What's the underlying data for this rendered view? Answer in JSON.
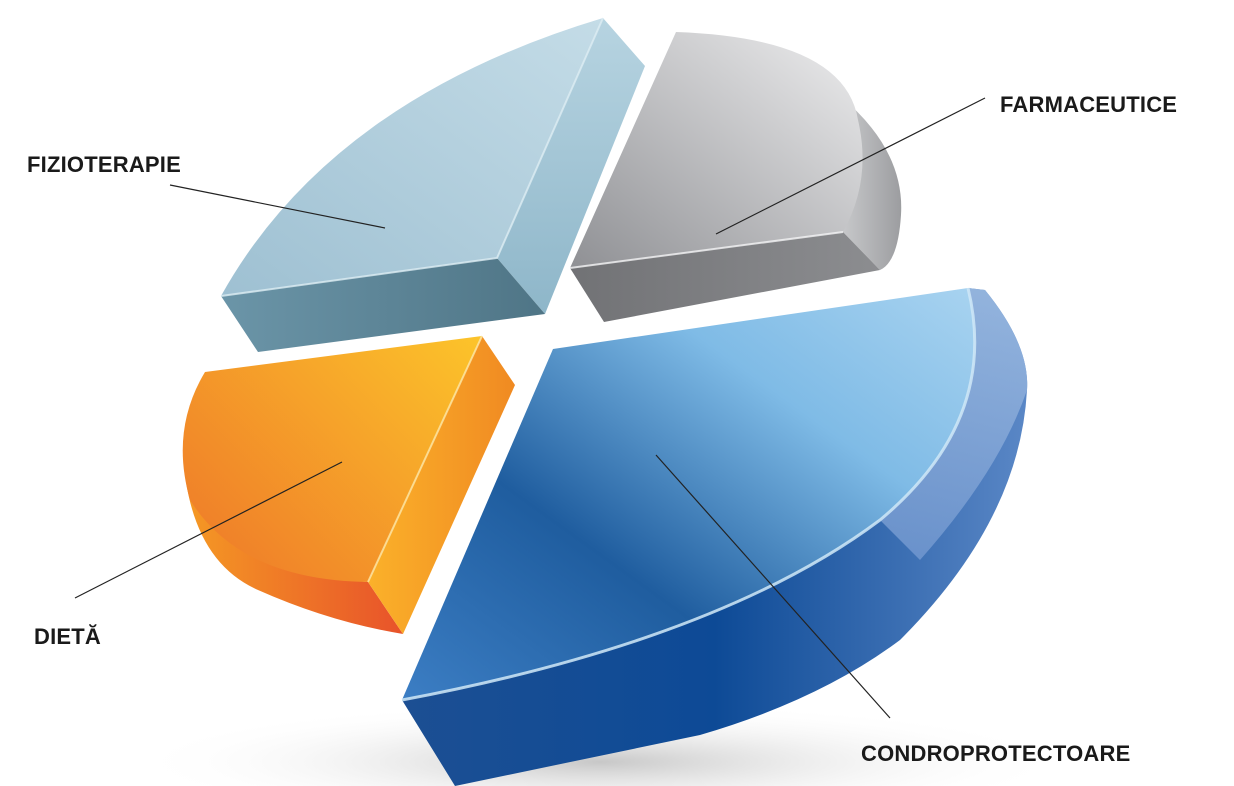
{
  "segments": [
    {
      "id": "fizioterapie",
      "label": "FIZIOTERAPIE",
      "color": "#a9c8d8"
    },
    {
      "id": "farmaceutice",
      "label": "FARMACEUTICE",
      "color": "#b5b6b9"
    },
    {
      "id": "dieta",
      "label": "DIETĂ",
      "color": "#f39a2c"
    },
    {
      "id": "condroprotectoare",
      "label": "CONDROPROTECTOARE",
      "color": "#2a6fb3"
    }
  ]
}
